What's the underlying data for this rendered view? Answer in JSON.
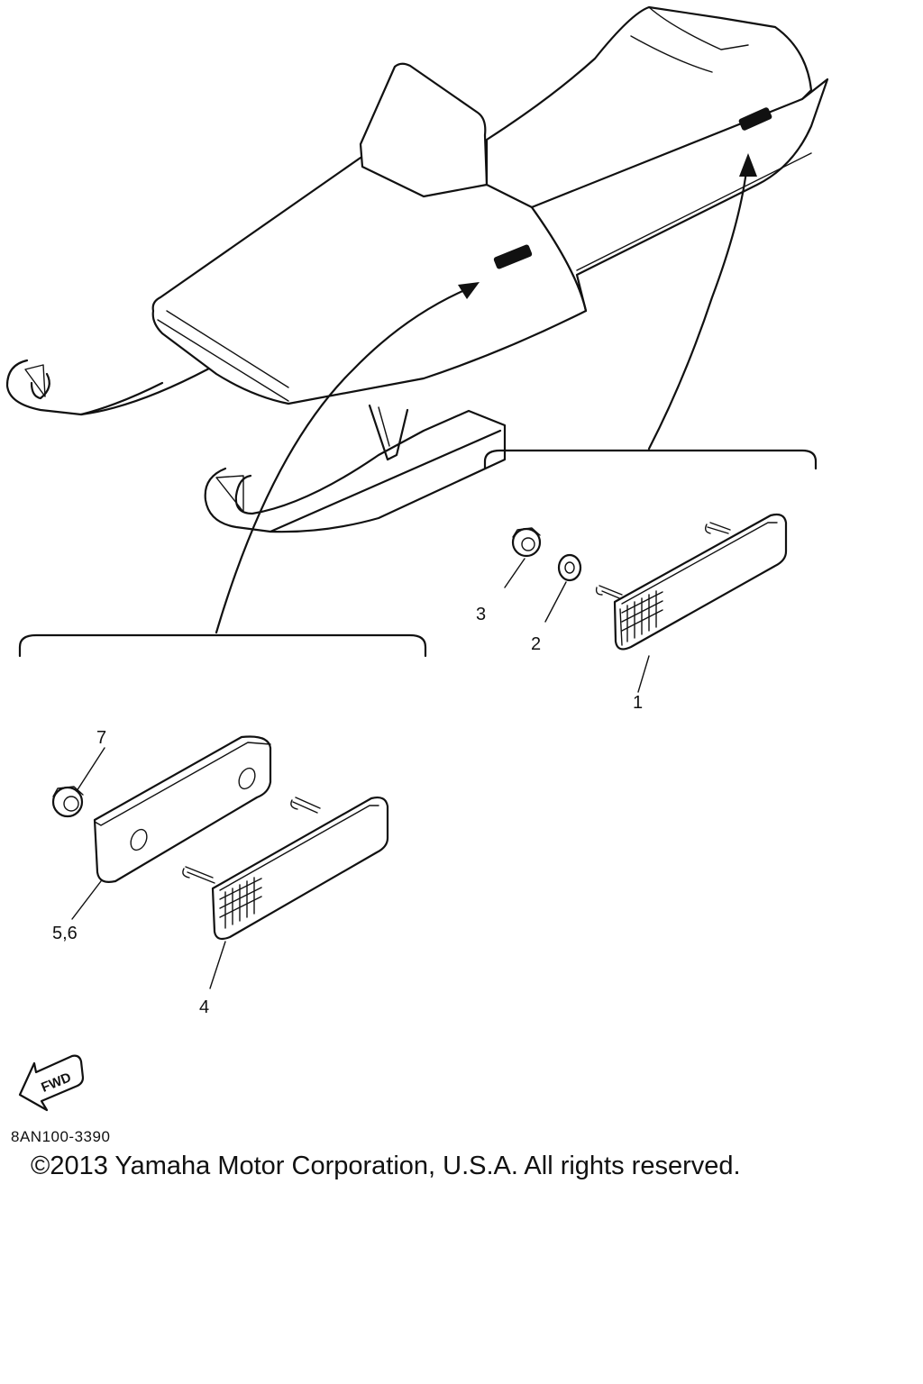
{
  "callouts": {
    "part1": "1",
    "part2": "2",
    "part3": "3",
    "part4": "4",
    "part56": "5,6",
    "part7": "7"
  },
  "fwd_label": "FWD",
  "drawing_code": "8AN100-3390",
  "copyright": "©2013 Yamaha Motor Corporation, U.S.A. All rights reserved."
}
